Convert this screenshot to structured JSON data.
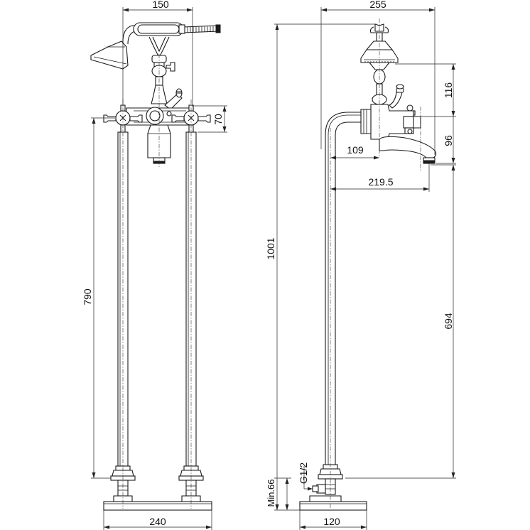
{
  "dimensions": {
    "front_width_top": "150",
    "front_handle_height": "70",
    "front_riser_length": "790",
    "front_base_width": "240",
    "side_overall_width": "255",
    "side_total_height": "1001",
    "side_head_height": "116",
    "side_spout_drop": "96",
    "side_spout_reach_short": "109",
    "side_spout_reach_long": "219.5",
    "side_spout_height": "694",
    "side_thread": "G1/2",
    "side_min_depth": "Min.66",
    "side_base_width": "120"
  }
}
